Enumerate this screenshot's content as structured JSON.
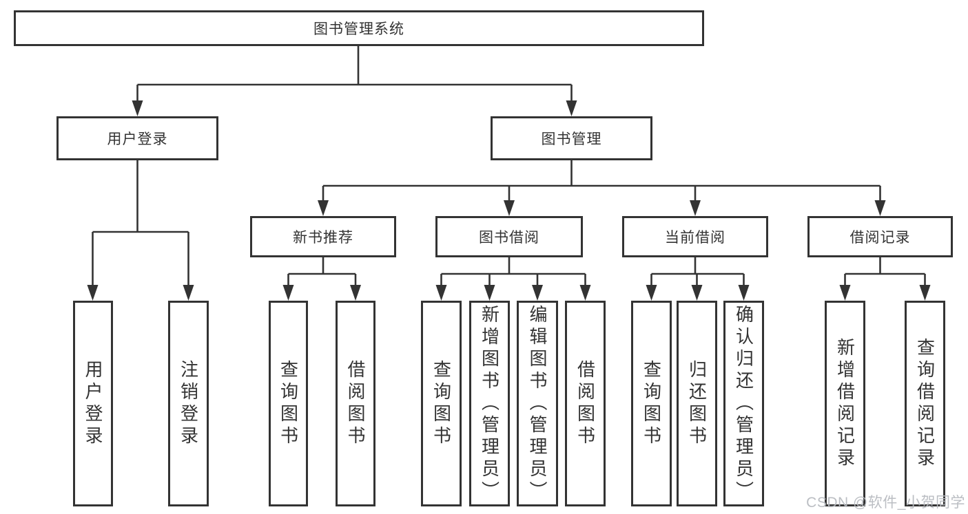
{
  "diagram": {
    "root": {
      "label": "图书管理系统"
    },
    "branches": [
      {
        "label": "用户登录",
        "children": [
          {
            "label": "用户登录"
          },
          {
            "label": "注销登录"
          }
        ]
      },
      {
        "label": "图书管理",
        "sections": [
          {
            "label": "新书推荐",
            "children": [
              {
                "label": "查询图书"
              },
              {
                "label": "借阅图书"
              }
            ]
          },
          {
            "label": "图书借阅",
            "children": [
              {
                "label": "查询图书"
              },
              {
                "label": "新增图书（管理员）"
              },
              {
                "label": "编辑图书（管理员）"
              },
              {
                "label": "借阅图书"
              }
            ]
          },
          {
            "label": "当前借阅",
            "children": [
              {
                "label": "查询图书"
              },
              {
                "label": "归还图书"
              },
              {
                "label": "确认归还（管理员）"
              }
            ]
          },
          {
            "label": "借阅记录",
            "children": [
              {
                "label": "新增借阅记录"
              },
              {
                "label": "查询借阅记录"
              }
            ]
          }
        ]
      }
    ]
  },
  "watermark": {
    "text": "CSDN @软件_小贺同学"
  },
  "colors": {
    "line": "#333333",
    "box_background": "#ffffff",
    "watermark": "#b7bbc0"
  }
}
